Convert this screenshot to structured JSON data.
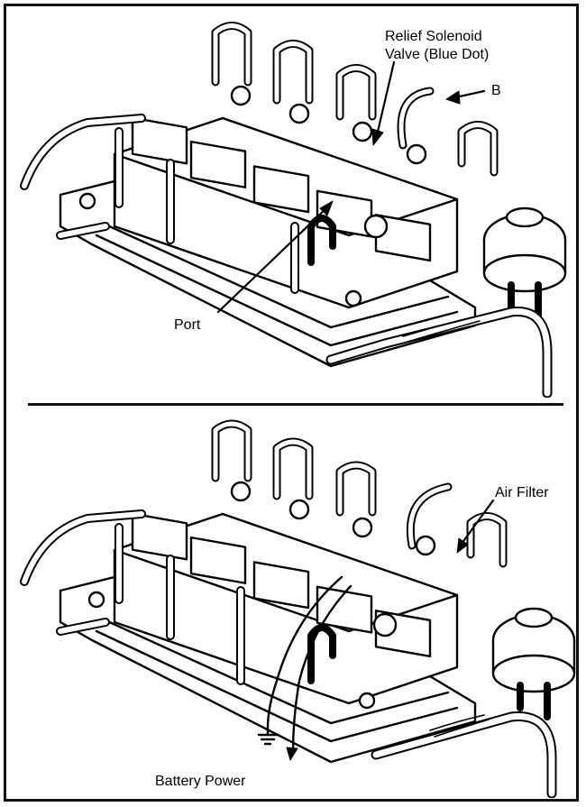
{
  "top_panel": {
    "label_relief_line1": "Relief Solenoid",
    "label_relief_line2": "Valve (Blue Dot)",
    "label_b": "B",
    "label_port": "Port"
  },
  "bottom_panel": {
    "label_air_filter": "Air Filter",
    "label_battery_power": "Battery Power"
  },
  "colors": {
    "ink": "#000000",
    "paper": "#ffffff"
  }
}
